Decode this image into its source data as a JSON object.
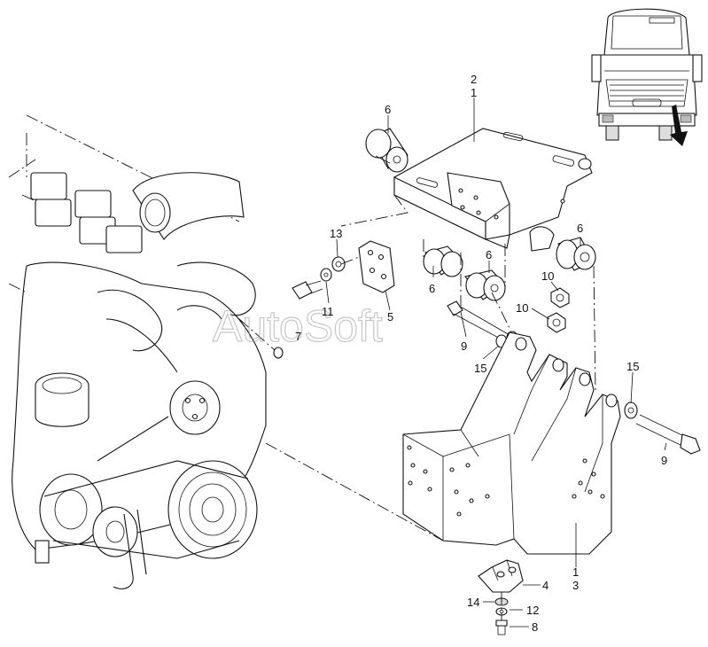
{
  "watermark": "AutoSoft",
  "callouts": {
    "c1_top": "1",
    "c2_top": "2",
    "c3_bottom": "3",
    "c1_bottom": "1",
    "c4": "4",
    "c5": "5",
    "c6_left": "6",
    "c6_right": "6",
    "c6_b1": "6",
    "c6_b2": "6",
    "c7": "7",
    "c8": "8",
    "c9_a": "9",
    "c9_b": "9",
    "c10_a": "10",
    "c10_b": "10",
    "c11": "11",
    "c12": "12",
    "c13": "13",
    "c14": "14",
    "c15_a": "15",
    "c15_b": "15"
  },
  "icons": {
    "truck": "truck-front-icon",
    "arrow": "location-arrow-icon"
  }
}
